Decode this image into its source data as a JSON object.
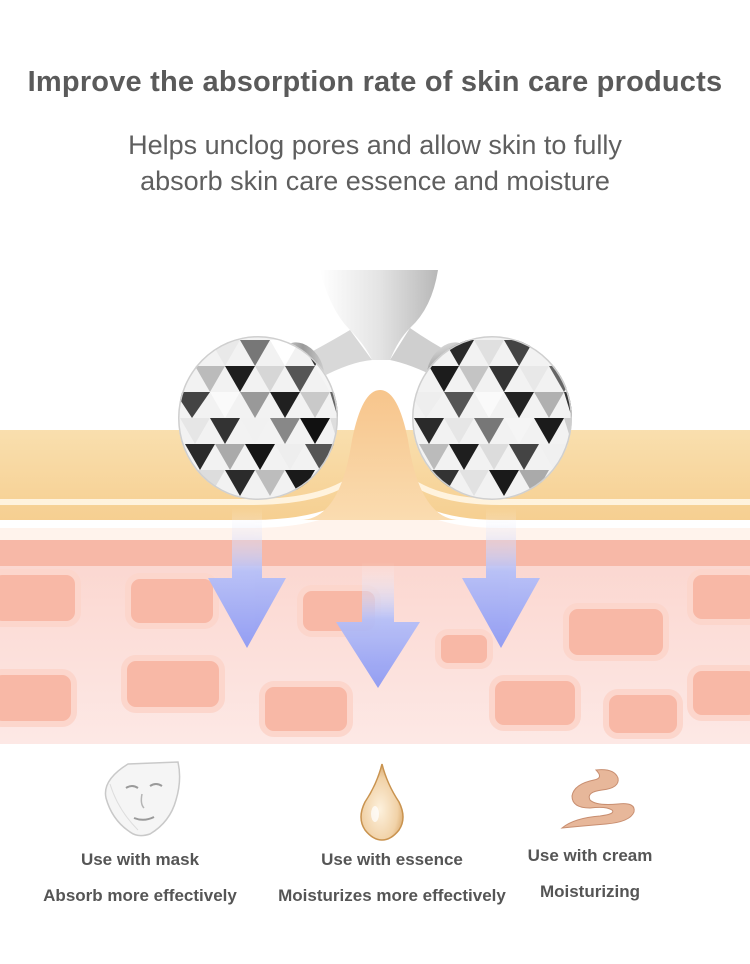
{
  "header": {
    "title": "Improve the absorption rate of skin care products",
    "subtitle_line1": "Helps unclog pores and allow skin to fully",
    "subtitle_line2": "absorb skin care essence and moisture"
  },
  "features": [
    {
      "icon": "face-mask-icon",
      "label": "Use with mask",
      "benefit": "Absorb more effectively"
    },
    {
      "icon": "essence-drop-icon",
      "label": "Use with essence",
      "benefit": "Moisturizes more effectively"
    },
    {
      "icon": "cream-swatch-icon",
      "label": "Use with cream",
      "benefit": "Moisturizing"
    }
  ],
  "colors": {
    "skin_top": "#f8d7a2",
    "skin_mid": "#f6bcae",
    "skin_lower": "#fce6e3",
    "cells": "#f6b7a5",
    "arrows": "#8f9bf5",
    "text": "#5a5a5a"
  }
}
